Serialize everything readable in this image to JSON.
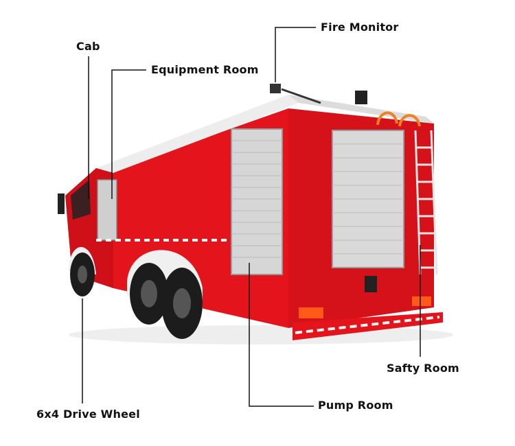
{
  "labels": {
    "cab": "Cab",
    "equipment_room": "Equipment Room",
    "fire_monitor": "Fire Monitor",
    "safety_room": "Safty Room",
    "pump_room": "Pump Room",
    "drive_wheel": "6x4 Drive Wheel"
  },
  "colors": {
    "body_red": "#e3141b",
    "dark_red": "#b70c12",
    "shutter_gray": "#d6d6d6",
    "roof_white": "#ededed",
    "tire_black": "#1c1c1c",
    "line_black": "#111111"
  }
}
